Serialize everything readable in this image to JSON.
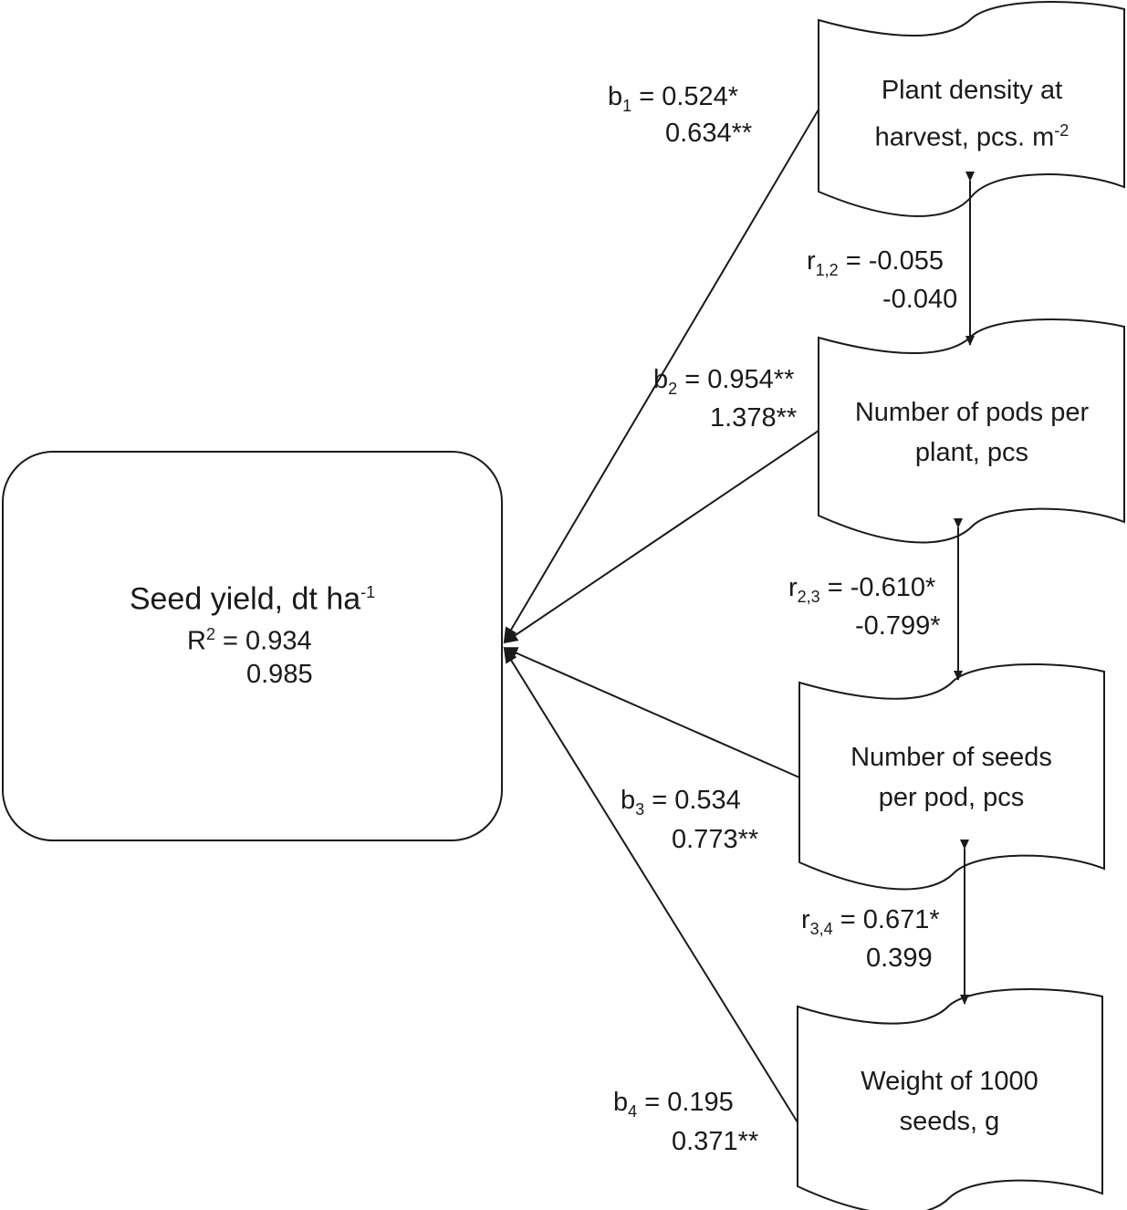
{
  "target": {
    "title": "Seed yield, dt ha",
    "title_sup": "-1",
    "r2_label": "R",
    "r2_sup": "2",
    "r2_value1": " = 0.934",
    "r2_value2": "0.985"
  },
  "factors": [
    {
      "line1": "Plant density at",
      "line2": "harvest, pcs. m",
      "line2_sup": "-2"
    },
    {
      "line1": "Number of pods per",
      "line2": "plant, pcs"
    },
    {
      "line1": "Number of seeds",
      "line2": "per pod, pcs"
    },
    {
      "line1": "Weight of 1000",
      "line2": "seeds, g"
    }
  ],
  "coefficients": [
    {
      "sym": "b",
      "sub": "1",
      "v1": " = 0.524*",
      "v2": "0.634**"
    },
    {
      "sym": "b",
      "sub": "2",
      "v1": " = 0.954**",
      "v2": "1.378**"
    },
    {
      "sym": "b",
      "sub": "3",
      "v1": " = 0.534",
      "v2": "0.773**"
    },
    {
      "sym": "b",
      "sub": "4",
      "v1": " = 0.195",
      "v2": "0.371**"
    }
  ],
  "correlations": [
    {
      "sym": "r",
      "sub": "1,2",
      "v1": " = -0.055",
      "v2": "-0.040"
    },
    {
      "sym": "r",
      "sub": "2,3",
      "v1": " = -0.610*",
      "v2": "-0.799*"
    },
    {
      "sym": "r",
      "sub": "3,4",
      "v1": " = 0.671*",
      "v2": "0.399"
    }
  ]
}
